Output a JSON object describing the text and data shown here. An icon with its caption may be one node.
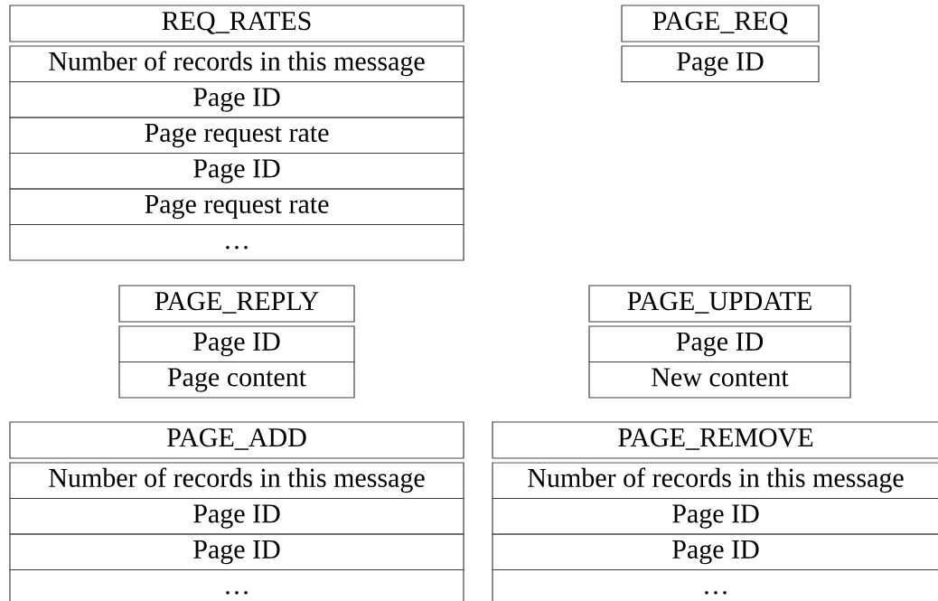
{
  "diagram": {
    "nodes": [
      {
        "text": [
          "REQ_RATES"
        ]
      },
      {
        "text": [
          "Number of records in this message"
        ]
      },
      {
        "text": [
          "Page ID"
        ]
      },
      {
        "text": [
          "Page request rate"
        ]
      },
      {
        "text": [
          "Page ID"
        ]
      },
      {
        "text": [
          "Page request rate"
        ]
      },
      {
        "text": [
          "…"
        ]
      },
      {
        "text": [
          "PAGE_REQ"
        ]
      },
      {
        "text": [
          "Page ID"
        ]
      },
      {
        "text": [
          "PAGE_REPLY"
        ]
      },
      {
        "text": [
          "Page ID"
        ]
      },
      {
        "text": [
          "Page content"
        ]
      },
      {
        "text": [
          "PAGE_UPDATE"
        ]
      },
      {
        "text": [
          "Page ID"
        ]
      },
      {
        "text": [
          "New content"
        ]
      },
      {
        "text": [
          "PAGE_ADD"
        ]
      },
      {
        "text": [
          "Number of records in this message"
        ]
      },
      {
        "text": [
          "Page ID"
        ]
      },
      {
        "text": [
          "Page ID"
        ]
      },
      {
        "text": [
          "…"
        ]
      },
      {
        "text": [
          "PAGE_REMOVE"
        ]
      },
      {
        "text": [
          "Number of records in this message"
        ]
      },
      {
        "text": [
          "Page ID"
        ]
      },
      {
        "text": [
          "Page ID"
        ]
      },
      {
        "text": [
          "…"
        ]
      }
    ]
  }
}
